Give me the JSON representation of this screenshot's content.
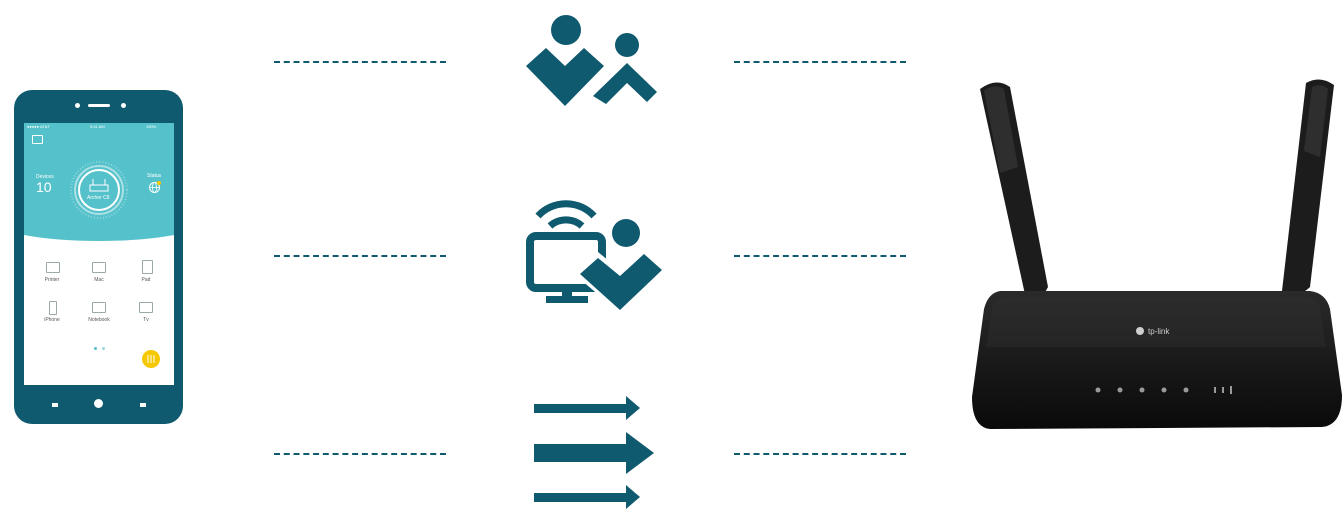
{
  "colors": {
    "brand": "#0f5a6e",
    "teal": "#55c2cb",
    "yellow": "#f6c800",
    "router": "#121212"
  },
  "phone_app": {
    "status": {
      "carrier": "●●●●● AT&T",
      "time": "9:41 AM",
      "battery": "100%"
    },
    "devices_label": "Devices",
    "devices_count": "10",
    "router_name": "Archer C8",
    "status_label": "Status",
    "devices": [
      "Printer",
      "Mac",
      "Pad",
      "iPhone",
      "Notebook",
      "Tv"
    ]
  },
  "router": {
    "brand": "tp-link"
  },
  "icons": {
    "row1": "parental-users-icon",
    "row2": "connected-device-user-icon",
    "row3": "fast-forward-arrows-icon"
  }
}
